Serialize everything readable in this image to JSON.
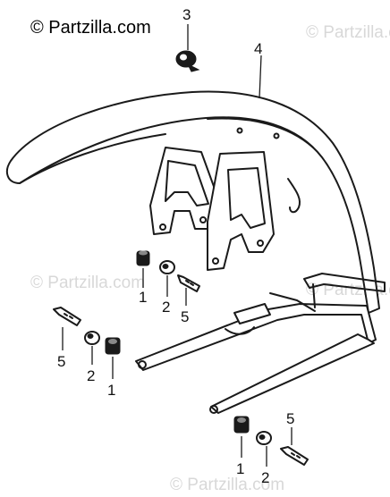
{
  "watermark": {
    "main": "© Partzilla.com",
    "faint": [
      "© Partzilla.com",
      "© Partzilla.com",
      "© Partzilla.com",
      "© Partzilla.com"
    ]
  },
  "callouts": {
    "c3": "3",
    "c4": "4",
    "c1a": "1",
    "c2a": "2",
    "c5a": "5",
    "c5b": "5",
    "c2b": "2",
    "c1b": "1",
    "c1c": "1",
    "c2c": "2",
    "c5c": "5"
  }
}
